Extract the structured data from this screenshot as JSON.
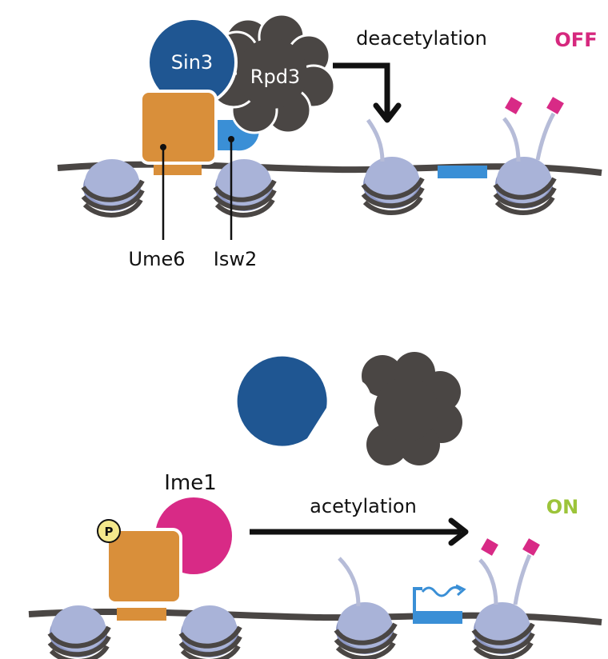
{
  "top_panel": {
    "sin3_label": "Sin3",
    "rpd3_label": "Rpd3",
    "ume6_label": "Ume6",
    "isw2_label": "Isw2",
    "process_label": "deacetylation",
    "state_label": "OFF",
    "state_color": "#d6287e"
  },
  "bottom_panel": {
    "ime1_label": "Ime1",
    "phospho_label": "P",
    "process_label": "acetylation",
    "state_label": "ON",
    "state_color": "#9cc43a"
  },
  "colors": {
    "sin3": "#1f5692",
    "rpd3": "#4a4644",
    "ume6": "#d98f3a",
    "isw2": "#3a8fd6",
    "ime1": "#d82a86",
    "nucleosome": "#a9b3d8",
    "dna": "#4a4644",
    "acetyl_mark": "#d82a86",
    "phospho": "#f4e88c"
  },
  "icons": {
    "arrow": "arrow-icon",
    "nucleosome": "nucleosome-icon",
    "acetyl": "acetyl-mark-icon",
    "transcript": "transcript-wave-icon"
  }
}
